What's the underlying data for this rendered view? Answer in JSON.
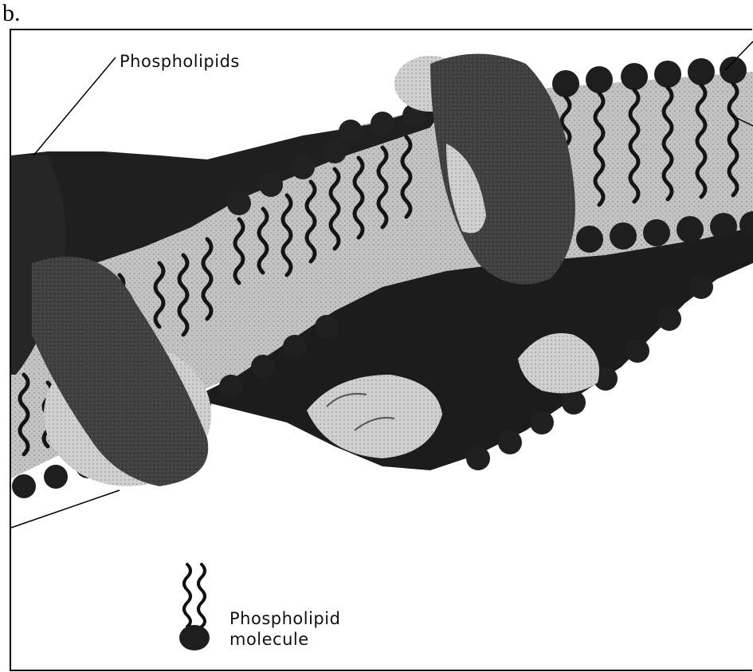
{
  "figure": {
    "panel_label": "b.",
    "labels": {
      "phospholipids": "Phospholipids",
      "molecule_line1": "Phospholipid",
      "molecule_line2": "molecule"
    },
    "colors": {
      "head": "#1e1e1e",
      "tail": "#141414",
      "core": "#bdbdbd",
      "protein_dark": "#4a4a4a",
      "protein_light": "#b3b3b3"
    }
  }
}
